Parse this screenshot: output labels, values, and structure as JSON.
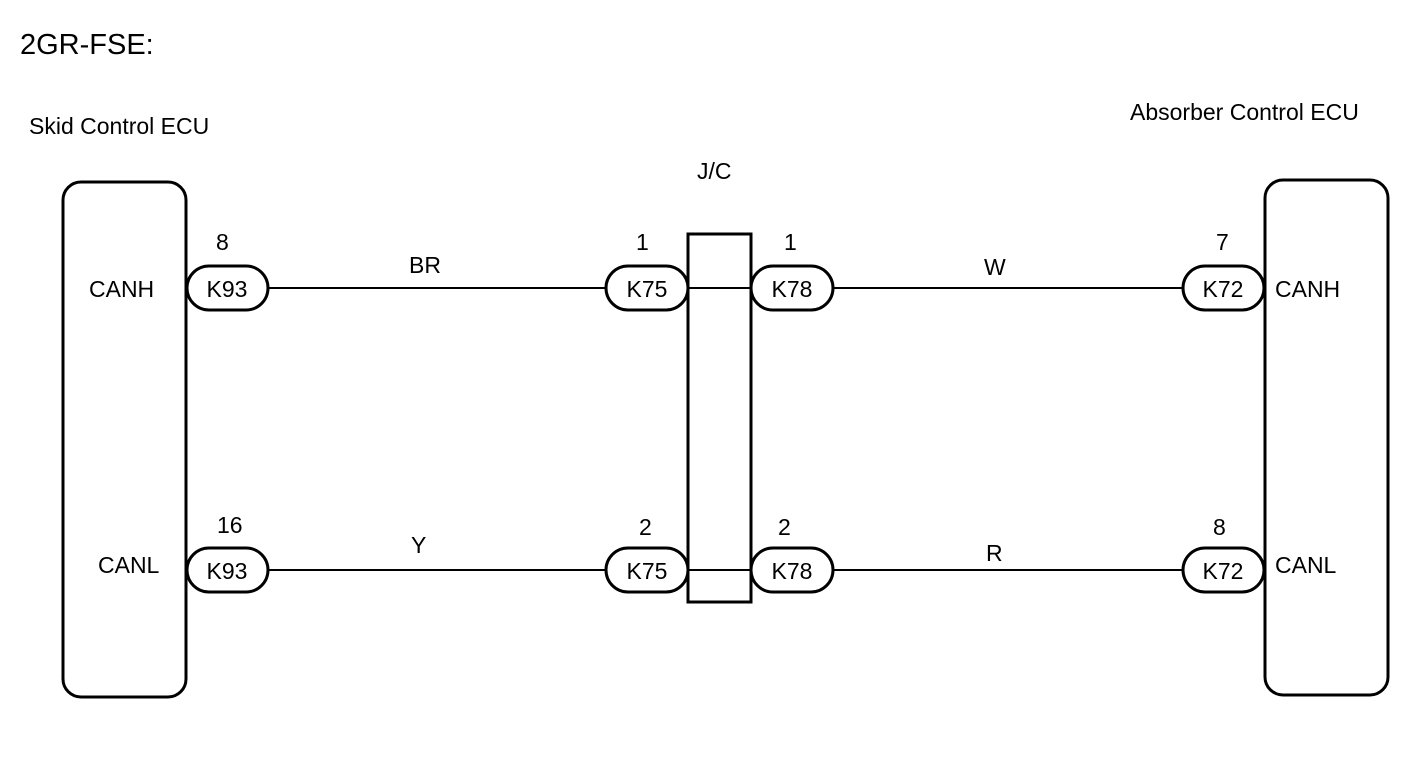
{
  "engine_label": "2GR-FSE:",
  "left_ecu": {
    "name": "Skid Control ECU",
    "top_signal": "CANH",
    "bottom_signal": "CANL"
  },
  "right_ecu": {
    "name": "Absorber Control ECU",
    "top_signal": "CANH",
    "bottom_signal": "CANL"
  },
  "junction": {
    "label": "J/C"
  },
  "top_line": {
    "left_pin": "8",
    "left_connector": "K93",
    "wire_left": "BR",
    "jc_left_pin": "1",
    "jc_left_connector": "K75",
    "jc_right_pin": "1",
    "jc_right_connector": "K78",
    "wire_right": "W",
    "right_pin": "7",
    "right_connector": "K72"
  },
  "bottom_line": {
    "left_pin": "16",
    "left_connector": "K93",
    "wire_left": "Y",
    "jc_left_pin": "2",
    "jc_left_connector": "K75",
    "jc_right_pin": "2",
    "jc_right_connector": "K78",
    "wire_right": "R",
    "right_pin": "8",
    "right_connector": "K72"
  }
}
